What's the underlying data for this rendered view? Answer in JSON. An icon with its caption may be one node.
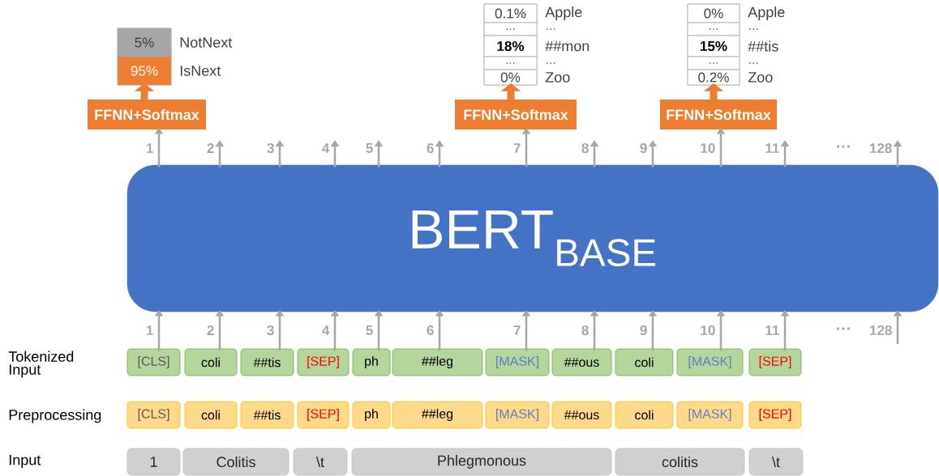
{
  "diagram": {
    "nodes": [
      {
        "text": [
          "5%",
          "95%"
        ],
        "beside": [
          "NotNext",
          "IsNext"
        ]
      },
      {
        "text": [
          "0.1%",
          "…",
          "18%",
          "…",
          "0%"
        ],
        "beside": [
          "Apple",
          "…",
          "##mon",
          "…",
          "Zoo"
        ]
      },
      {
        "text": [
          "0%",
          "…",
          "15%",
          "…",
          "0.2%"
        ],
        "beside": [
          "Apple",
          "…",
          "##tis",
          "…",
          "Zoo"
        ]
      },
      {
        "text": [
          "FFNN+Softmax"
        ]
      },
      {
        "text": [
          "FFNN+Softmax"
        ]
      },
      {
        "text": [
          "FFNN+Softmax"
        ]
      },
      {
        "text": [
          "BERT$_{BASE}$"
        ]
      },
      {
        "text": [
          "[CLS]"
        ]
      },
      {
        "text": [
          "coli"
        ]
      },
      {
        "text": [
          "##tis"
        ]
      },
      {
        "text": [
          "[SEP]"
        ]
      },
      {
        "text": [
          "ph"
        ]
      },
      {
        "text": [
          "##leg"
        ]
      },
      {
        "text": [
          "[MASK]"
        ]
      },
      {
        "text": [
          "##ous"
        ]
      },
      {
        "text": [
          "coli"
        ]
      },
      {
        "text": [
          "[MASK]"
        ]
      },
      {
        "text": [
          "[SEP]"
        ]
      },
      {
        "text": [
          "[CLS]"
        ]
      },
      {
        "text": [
          "coli"
        ]
      },
      {
        "text": [
          "##tis"
        ]
      },
      {
        "text": [
          "[SEP]"
        ]
      },
      {
        "text": [
          "ph"
        ]
      },
      {
        "text": [
          "##leg"
        ]
      },
      {
        "text": [
          "[MASK]"
        ]
      },
      {
        "text": [
          "##ous"
        ]
      },
      {
        "text": [
          "coli"
        ]
      },
      {
        "text": [
          "[MASK]"
        ]
      },
      {
        "text": [
          "[SEP]"
        ]
      },
      {
        "text": [
          "1"
        ]
      },
      {
        "text": [
          "Colitis"
        ]
      },
      {
        "text": [
          "\\t"
        ]
      },
      {
        "text": [
          "Phlegmonous"
        ]
      },
      {
        "text": [
          "colitis"
        ]
      },
      {
        "text": [
          "\\t"
        ]
      }
    ],
    "edges": [
      {
        "from": 6,
        "to": 3,
        "arrow": "to",
        "label": "1"
      },
      {
        "from": 6,
        "to": null,
        "arrow": "to",
        "label": "2"
      },
      {
        "from": 6,
        "to": null,
        "arrow": "to",
        "label": "3"
      },
      {
        "from": 6,
        "to": null,
        "arrow": "to",
        "label": "4"
      },
      {
        "from": 6,
        "to": null,
        "arrow": "to",
        "label": "5"
      },
      {
        "from": 6,
        "to": null,
        "arrow": "to",
        "label": "6"
      },
      {
        "from": 6,
        "to": 4,
        "arrow": "to",
        "label": "7"
      },
      {
        "from": 6,
        "to": null,
        "arrow": "to",
        "label": "8"
      },
      {
        "from": 6,
        "to": null,
        "arrow": "to",
        "label": "9"
      },
      {
        "from": 6,
        "to": 5,
        "arrow": "to",
        "label": "10"
      },
      {
        "from": 6,
        "to": null,
        "arrow": "to",
        "label": "11"
      },
      {
        "from": 6,
        "to": null,
        "arrow": "to",
        "label": "128"
      },
      {
        "from": 7,
        "to": 6,
        "arrow": "to",
        "label": "1"
      },
      {
        "from": 8,
        "to": 6,
        "arrow": "to",
        "label": "2"
      },
      {
        "from": 9,
        "to": 6,
        "arrow": "to",
        "label": "3"
      },
      {
        "from": 10,
        "to": 6,
        "arrow": "to",
        "label": "4"
      },
      {
        "from": 11,
        "to": 6,
        "arrow": "to",
        "label": "5"
      },
      {
        "from": 12,
        "to": 6,
        "arrow": "to",
        "label": "6"
      },
      {
        "from": 13,
        "to": 6,
        "arrow": "to",
        "label": "7"
      },
      {
        "from": 14,
        "to": 6,
        "arrow": "to",
        "label": "8"
      },
      {
        "from": 15,
        "to": 6,
        "arrow": "to",
        "label": "9"
      },
      {
        "from": 16,
        "to": 6,
        "arrow": "to",
        "label": "10"
      },
      {
        "from": 17,
        "to": 6,
        "arrow": "to",
        "label": "11"
      },
      {
        "from": null,
        "to": 6,
        "arrow": "to",
        "label": "128"
      },
      {
        "from": 3,
        "to": 0,
        "arrow": "to",
        "style": "thick",
        "color": "#ed7d31"
      },
      {
        "from": 4,
        "to": 1,
        "arrow": "to",
        "style": "thick",
        "color": "#ed7d31"
      },
      {
        "from": 5,
        "to": 2,
        "arrow": "to",
        "style": "thick",
        "color": "#ed7d31"
      }
    ],
    "labels": [
      "…",
      "…",
      "Tokenized Input",
      "Preprocessing",
      "Input"
    ]
  }
}
